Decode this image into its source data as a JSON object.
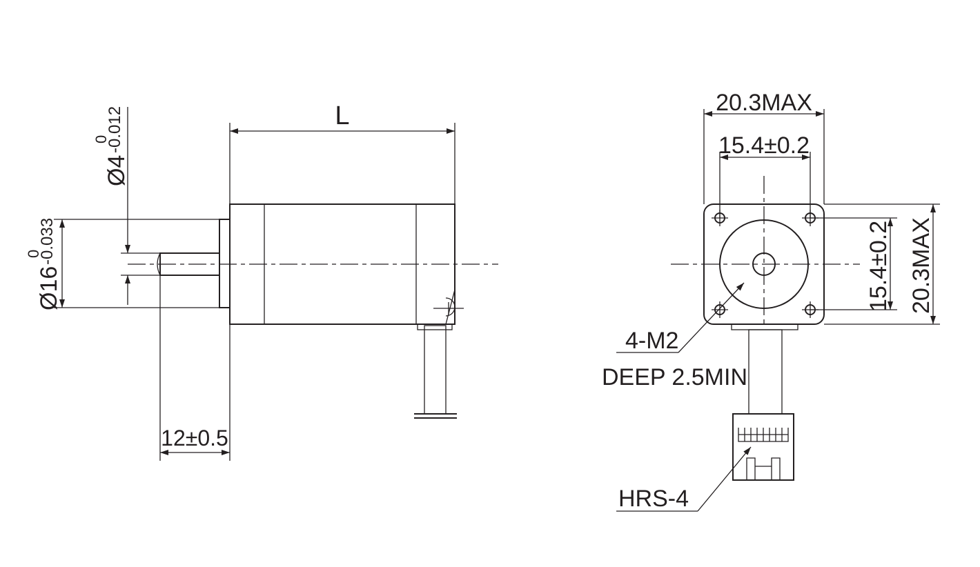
{
  "side_view": {
    "length_label": "L",
    "shaft_dia_main": "Ø4",
    "shaft_dia_upper": "0",
    "shaft_dia_lower": "-0.012",
    "boss_dia_main": "Ø16",
    "boss_dia_upper": "0",
    "boss_dia_lower": "-0.033",
    "shaft_length": "12±0.5"
  },
  "front_view": {
    "width_max": "20.3MAX",
    "width_holes": "15.4±0.2",
    "height_holes": "15.4±0.2",
    "height_max": "20.3MAX",
    "hole_label": "4-M2",
    "hole_depth": "DEEP 2.5MIN",
    "connector": "HRS-4"
  },
  "colors": {
    "line": "#231f20",
    "background": "#ffffff"
  }
}
